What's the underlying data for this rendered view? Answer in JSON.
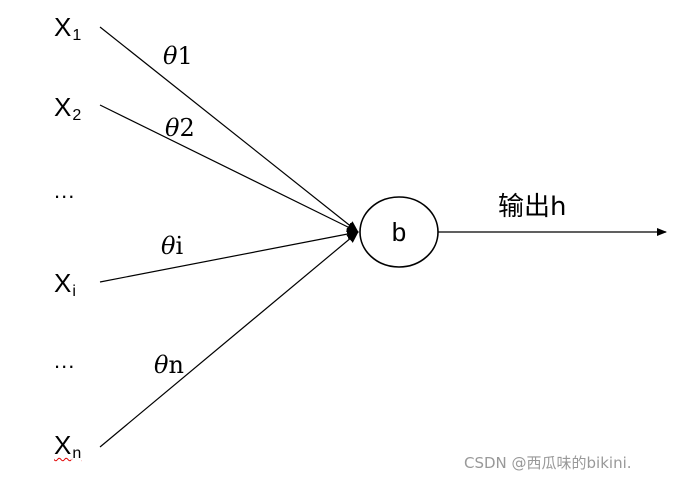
{
  "inputs": [
    {
      "base": "X",
      "sub": "1"
    },
    {
      "base": "X",
      "sub": "2"
    },
    {
      "base": "X",
      "sub": "i"
    },
    {
      "base": "X",
      "sub": "n"
    }
  ],
  "ellipses": [
    "...",
    "..."
  ],
  "weights": [
    {
      "symbol": "θ",
      "index": "1"
    },
    {
      "symbol": "θ",
      "index": "2"
    },
    {
      "symbol": "θ",
      "index": "i"
    },
    {
      "symbol": "θ",
      "index": "n"
    }
  ],
  "node": {
    "label": "b"
  },
  "output": {
    "label": "输出h"
  },
  "watermark": "CSDN @西瓜味的bikini.",
  "colors": {
    "line": "#000000",
    "watermark": "#999999",
    "spellcheck": "#e00000"
  }
}
